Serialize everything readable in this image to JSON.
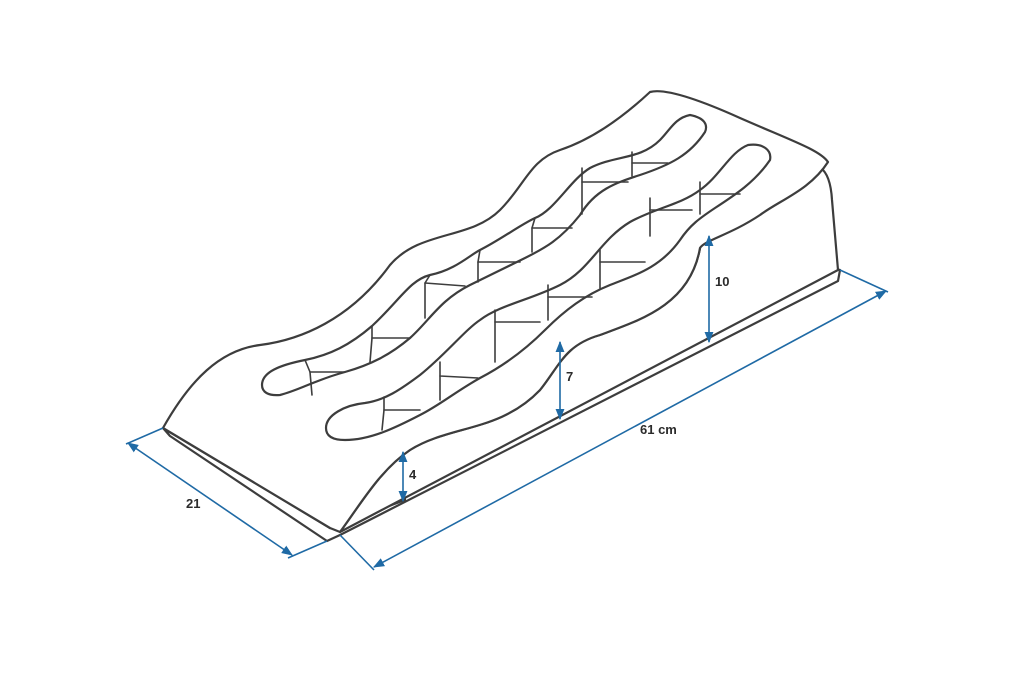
{
  "dimensions": {
    "width": {
      "label": "21"
    },
    "length": {
      "label": "61 cm"
    },
    "step_low": {
      "label": "4"
    },
    "step_mid": {
      "label": "7"
    },
    "step_high": {
      "label": "10"
    }
  },
  "colors": {
    "dimension_line": "#1f6aa5",
    "outline": "#3d3d3d",
    "label_text": "#2b2b2b"
  }
}
